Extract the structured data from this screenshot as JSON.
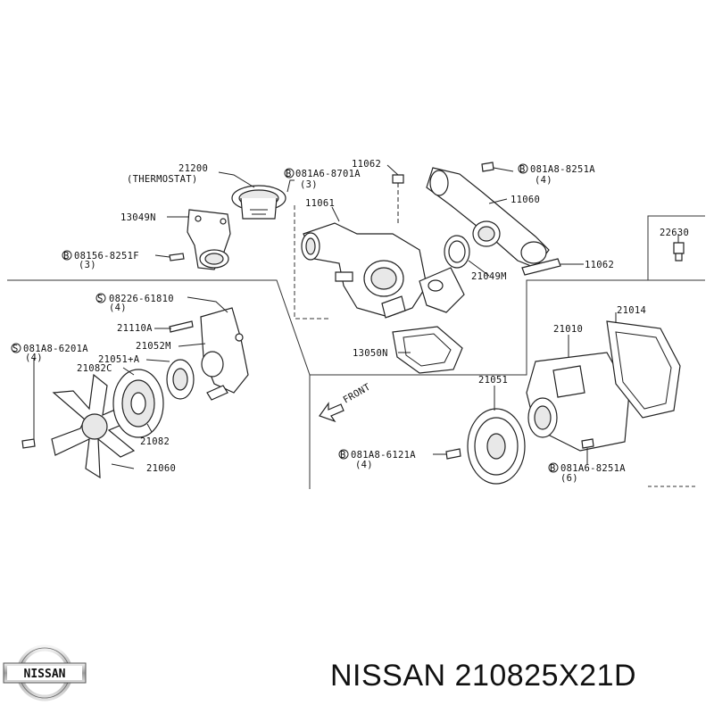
{
  "callouts": {
    "c21200": "21200",
    "thermostat": "(THERMOSTAT)",
    "b_8701a": "081A6-8701A",
    "q3a": "(3)",
    "c11062a": "11062",
    "b_8251a_top": "081A8-8251A",
    "q4a": "(4)",
    "c11060": "11060",
    "c22630": "22630",
    "c13049n": "13049N",
    "c11061": "11061",
    "b_08156": "08156-8251F",
    "q3b": "(3)",
    "c21049m": "21049M",
    "c11062b": "11062",
    "s_08226": "08226-61810",
    "q4b": "(4)",
    "c21110a": "21110A",
    "s_6201a": "081A8-6201A",
    "q4c": "(4)",
    "c21052m": "21052M",
    "c21051a": "21051+A",
    "c21082c": "21082C",
    "c13050n": "13050N",
    "c21014": "21014",
    "c21010": "21010",
    "c21051": "21051",
    "front": "FRONT",
    "c21082": "21082",
    "b_6121a": "081A8-6121A",
    "q4d": "(4)",
    "b_8251a_bot": "081A6-8251A",
    "q6": "(6)",
    "c21060": "21060"
  },
  "brand": {
    "logo_text": "NISSAN",
    "title": "NISSAN 210825X21D"
  }
}
